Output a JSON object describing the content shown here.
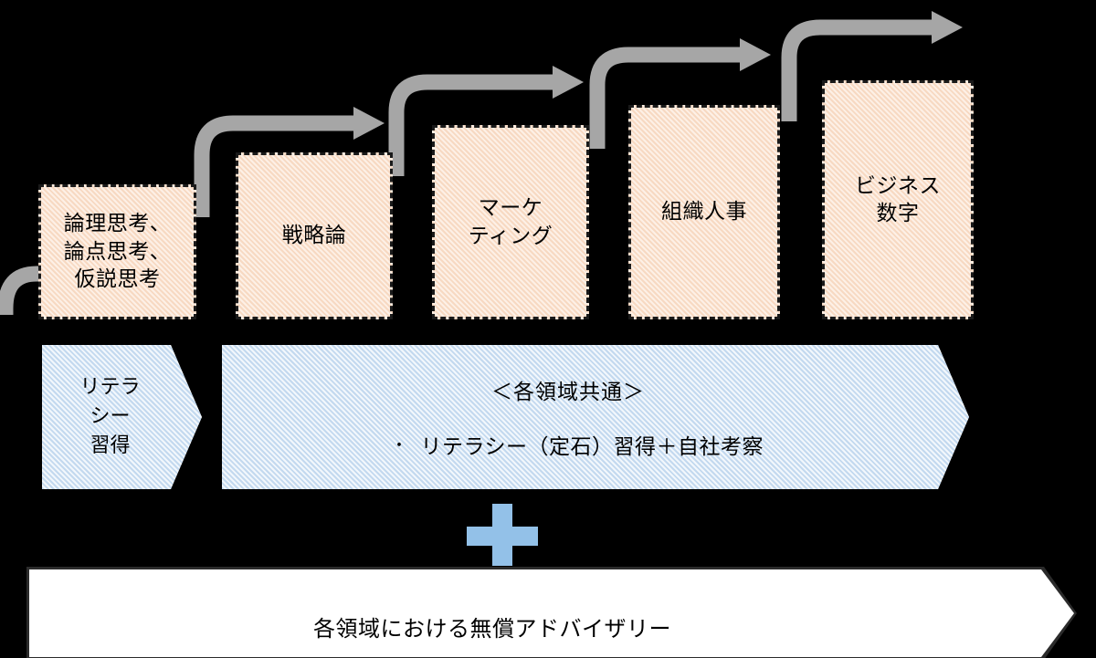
{
  "diagram": {
    "title": "Skill domain staircase with common literacy band and free advisory",
    "colors": {
      "background": "#000000",
      "arrow_gray": "#a6a6a6",
      "box_fill_peach": "#f7d9c2",
      "box_border": "#1a1a1a",
      "band_fill_blue": "#c3d9ef",
      "plus_blue": "#93c1e8",
      "bottom_fill": "#ffffff"
    },
    "steps": [
      {
        "id": "step-1",
        "label": "論理思考、\n論点思考、\n仮説思考"
      },
      {
        "id": "step-2",
        "label": "戦略論"
      },
      {
        "id": "step-3",
        "label": "マーケ\nティング"
      },
      {
        "id": "step-4",
        "label": "組織人事"
      },
      {
        "id": "step-5",
        "label": "ビジネス\n数字"
      }
    ],
    "arrows": [
      {
        "id": "arrow-1",
        "from": "start",
        "to": "step-1"
      },
      {
        "id": "arrow-2",
        "from": "step-1",
        "to": "step-2"
      },
      {
        "id": "arrow-3",
        "from": "step-2",
        "to": "step-3"
      },
      {
        "id": "arrow-4",
        "from": "step-3",
        "to": "step-4"
      },
      {
        "id": "arrow-5",
        "from": "step-4",
        "to": "step-5"
      }
    ],
    "literacy_band": {
      "label": "リテラ\nシー\n習得"
    },
    "common_band": {
      "title": "＜各領域共通＞",
      "bullet_marker": "・",
      "bullet": "リテラシー（定石）習得＋自社考察"
    },
    "connector": {
      "symbol": "plus",
      "name": "plus-sign"
    },
    "advisory_band": {
      "label": "各領域における無償アドバイザリー"
    }
  }
}
